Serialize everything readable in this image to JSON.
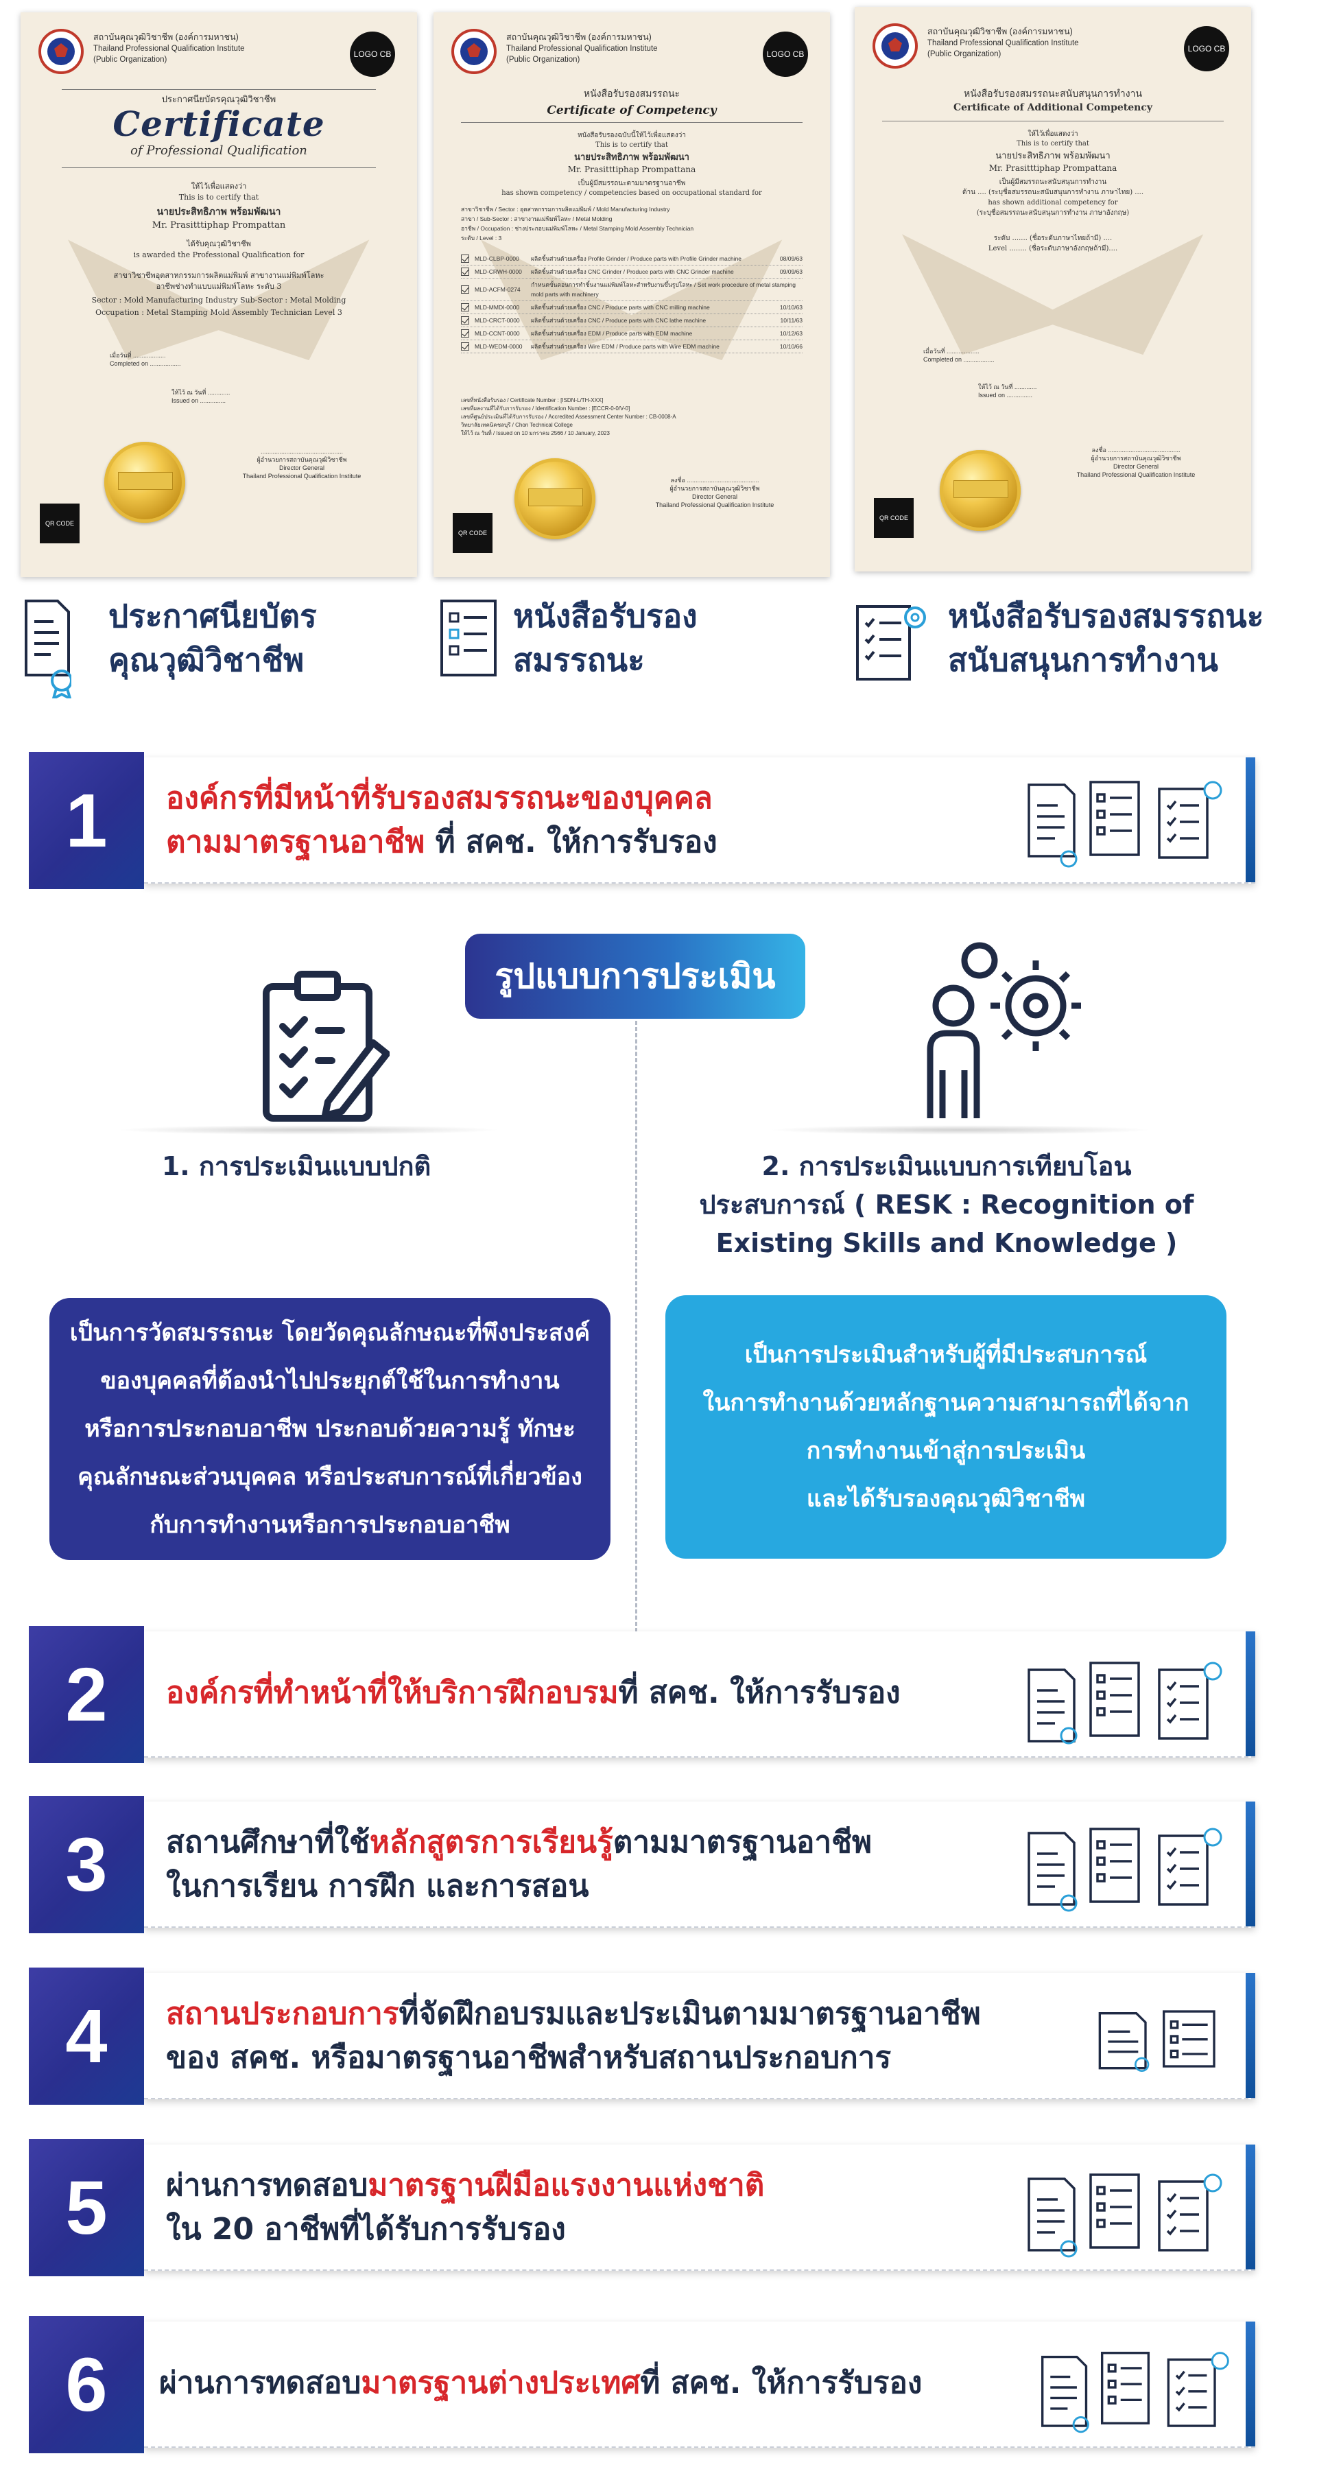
{
  "certificates": [
    {
      "org_th": "สถาบันคุณวุฒิวิชาชีพ (องค์การมหาชน)",
      "org_en": "Thailand Professional Qualification Institute",
      "org_type": "(Public Organization)",
      "logo": "LOGO CB",
      "title_th": "ประกาศนียบัตรคุณวุฒิวิชาชีพ",
      "title_big": "Certificate",
      "title_sub": "of Professional Qualification",
      "certify_th": "ให้ไว้เพื่อแสดงว่า",
      "certify_en": "This is to certify that",
      "name_th": "นายประสิทธิภาพ พร้อมพัฒนา",
      "name_en": "Mr. Prasitttiphap Prompattan",
      "award_th": "ได้รับคุณวุฒิวิชาชีพ",
      "award_en": "is awarded the Professional Qualification for",
      "detail_th": "สาขาวิชาชีพอุตสาหกรรมการผลิตแม่พิมพ์ สาขางานแม่พิมพ์โลหะ",
      "detail_th2": "อาชีพช่างทำแบบแม่พิมพ์โลหะ ระดับ 3",
      "sector": "Sector : Mold Manufacturing Industry   Sub-Sector : Metal Molding",
      "occupation": "Occupation : Metal Stamping Mold Assembly Technician Level 3",
      "date_th": "เมื่อวันที่ ...................",
      "date_en": "Completed on ..................",
      "given_th": "ให้ไว้ ณ วันที่ .............",
      "given_en": "Issued on ...............",
      "qr": "QR CODE",
      "signer": "ผู้อำนวยการสถาบันคุณวุฒิวิชาชีพ",
      "signer_en": "Director General",
      "signer_org": "Thailand Professional Qualification Institute"
    },
    {
      "org_th": "สถาบันคุณวุฒิวิชาชีพ (องค์การมหาชน)",
      "org_en": "Thailand Professional Qualification Institute",
      "org_type": "(Public Organization)",
      "logo": "LOGO CB",
      "title_th": "หนังสือรับรองสมรรถนะ",
      "title_en": "Certificate of Competency",
      "certify_th": "หนังสือรับรองฉบับนี้ให้ไว้เพื่อแสดงว่า",
      "certify_en": "This is to certify that",
      "name_th": "นายประสิทธิภาพ พร้อมพัฒนา",
      "name_en": "Mr. Prasitttiphap Prompattana",
      "shown_th": "เป็นผู้มีสมรรถนะตามมาตรฐานอาชีพ",
      "shown_en": "has shown competency / competencies based on occupational standard for",
      "fields": [
        "สาขาวิชาชีพ / Sector : อุตสาหกรรมการผลิตแม่พิมพ์ / Mold Manufacturing Industry",
        "สาขา / Sub-Sector : สาขางานแม่พิมพ์โลหะ / Metal Molding",
        "อาชีพ / Occupation : ช่างประกอบแม่พิมพ์โลหะ / Metal Stamping Mold Assembly Technician",
        "ระดับ / Level : 3"
      ],
      "units": [
        {
          "code": "MLD-CLBP-0000",
          "text": "ผลิตชิ้นส่วนด้วยเครื่อง Profile Grinder / Produce parts with Profile Grinder machine",
          "date": "08/09/63"
        },
        {
          "code": "MLD-CRWH-0000",
          "text": "ผลิตชิ้นส่วนด้วยเครื่อง CNC Grinder / Produce parts with CNC Grinder machine",
          "date": "09/09/63"
        },
        {
          "code": "MLD-ACFM-0274",
          "text": "กำหนดขั้นตอนการทำชิ้นงานแม่พิมพ์โลหะสำหรับงานขึ้นรูปโลหะ / Set work procedure of metal stamping mold parts with machinery",
          "date": ""
        },
        {
          "code": "MLD-MMDI-0000",
          "text": "ผลิตชิ้นส่วนด้วยเครื่อง CNC / Produce parts with CNC milling machine",
          "date": "10/10/63"
        },
        {
          "code": "MLD-CRCT-0000",
          "text": "ผลิตชิ้นส่วนด้วยเครื่อง CNC / Produce parts with CNC lathe machine",
          "date": "10/11/63"
        },
        {
          "code": "MLD-CCNT-0000",
          "text": "ผลิตชิ้นส่วนด้วยเครื่อง EDM / Produce parts with EDM machine",
          "date": "10/12/63"
        },
        {
          "code": "MLD-WEDM-0000",
          "text": "ผลิตชิ้นส่วนด้วยเครื่อง Wire EDM / Produce parts with Wire EDM machine",
          "date": "10/10/66"
        }
      ],
      "footer": [
        "เลขที่หนังสือรับรอง / Certificate Number : [ISDN-L/TH-XXX]",
        "เลขที่ผลงานที่ได้รับการรับรอง / Identification Number : [ECCR-0-0/V-0]",
        "เลขที่ศูนย์ประเมินที่ได้รับการรับรอง / Accredited Assessment Center Number : CB-0008-A",
        "วิทยาลัยเทคนิคชลบุรี / Chon Technical College",
        "ให้ไว้ ณ วันที่ / Issued on 10 มกราคม 2566 / 10 January, 2023"
      ],
      "qr": "QR CODE",
      "signer_label": "ลงชื่อ",
      "signer": "ผู้อำนวยการสถาบันคุณวุฒิวิชาชีพ",
      "signer_en": "Director General",
      "signer_org": "Thailand Professional Qualification Institute"
    },
    {
      "org_th": "สถาบันคุณวุฒิวิชาชีพ (องค์การมหาชน)",
      "org_en": "Thailand Professional Qualification Institute",
      "org_type": "(Public Organization)",
      "logo": "LOGO CB",
      "title_th": "หนังสือรับรองสมรรถนะสนับสนุนการทำงาน",
      "title_en": "Certificate of Additional Competency",
      "certify_th": "ให้ไว้เพื่อแสดงว่า",
      "certify_en": "This is to certify that",
      "name_th": "นายประสิทธิภาพ พร้อมพัฒนา",
      "name_en": "Mr. Prasitttiphap Prompattana",
      "shown_th": "เป็นผู้มีสมรรถนะสนับสนุนการทำงาน",
      "shown_line": "ด้าน .... (ระบุชื่อสมรรถนะสนับสนุนการทำงาน ภาษาไทย) ....",
      "shown_en": "has shown additional competency for",
      "shown_en2": "(ระบุชื่อสมรรถนะสนับสนุนการทำงาน ภาษาอังกฤษ)",
      "level_th": "ระดับ ....... (ชื่อระดับภาษาไทยถ้ามี) ....",
      "level_en": "Level ........ (ชื่อระดับภาษาอังกฤษถ้ามี)....",
      "date_th": "เมื่อวันที่ ...................",
      "date_en": "Completed on ..................",
      "given_th": "ให้ไว้ ณ วันที่ .............",
      "given_en": "Issued on ...............",
      "qr": "QR CODE",
      "signer_label": "ลงชื่อ",
      "signer": "ผู้อำนวยการสถาบันคุณวุฒิวิชาชีพ",
      "signer_en": "Director General",
      "signer_org": "Thailand Professional Qualification Institute"
    }
  ],
  "captions": [
    {
      "line1": "ประกาศนียบัตร",
      "line2": "คุณวุฒิวิชาชีพ",
      "icon": "certificate-document-icon"
    },
    {
      "line1": "หนังสือรับรอง",
      "line2": "สมรรถนะ",
      "icon": "checklist-document-icon"
    },
    {
      "line1": "หนังสือรับรองสมรรถนะ",
      "line2": "สนับสนุนการทำงาน",
      "icon": "checklist-gear-document-icon"
    }
  ],
  "items": [
    {
      "num": "1",
      "parts": [
        {
          "text": "องค์กรที่มีหน้าที่รับรองสมรรถนะของบุคคล",
          "red": true,
          "br": true
        },
        {
          "text": "ตามมาตรฐานอาชีพ",
          "red": true
        },
        {
          "text": " ที่ สคช. ให้การรับรอง",
          "red": false
        }
      ]
    },
    {
      "num": "2",
      "parts": [
        {
          "text": "องค์กรที่ทำหน้าที่ให้บริการฝึกอบรม",
          "red": true
        },
        {
          "text": "ที่ สคช. ให้การรับรอง",
          "red": false
        }
      ]
    },
    {
      "num": "3",
      "parts": [
        {
          "text": "สถานศึกษาที่ใช้",
          "red": false
        },
        {
          "text": "หลักสูตรการเรียนรู้",
          "red": true
        },
        {
          "text": "ตามมาตรฐานอาชีพ",
          "red": false,
          "br": true
        },
        {
          "text": "ในการเรียน การฝึก และการสอน",
          "red": false
        }
      ]
    },
    {
      "num": "4",
      "parts": [
        {
          "text": "สถานประกอบการ",
          "red": true
        },
        {
          "text": "ที่จัดฝึกอบรมและประเมินตามมาตรฐานอาชีพ",
          "red": false,
          "br": true
        },
        {
          "text": "ของ สคช. หรือมาตรฐานอาชีพสำหรับสถานประกอบการ",
          "red": false
        }
      ]
    },
    {
      "num": "5",
      "parts": [
        {
          "text": "ผ่านการทดสอบ",
          "red": false
        },
        {
          "text": "มาตรฐานฝีมือแรงงานแห่งชาติ",
          "red": true,
          "br": true
        },
        {
          "text": "ใน 20 อาชีพที่ได้รับการรับรอง",
          "red": false
        }
      ]
    },
    {
      "num": "6",
      "parts": [
        {
          "text": "ผ่านการทดสอบ",
          "red": false
        },
        {
          "text": "มาตรฐานต่างประเทศ",
          "red": true
        },
        {
          "text": "ที่ สคช. ให้การรับรอง",
          "red": false
        }
      ]
    }
  ],
  "assessment": {
    "title": "รูปแบบการประเมิน",
    "left_title": "1. การประเมินแบบปกติ",
    "left_lines": [
      "เป็นการวัดสมรรถนะ โดยวัดคุณลักษณะที่พึงประสงค์",
      "ของบุคคลที่ต้องนำไปประยุกต์ใช้ในการทำงาน",
      "หรือการประกอบอาชีพ ประกอบด้วยความรู้ ทักษะ",
      "คุณลักษณะส่วนบุคคล หรือประสบการณ์ที่เกี่ยวข้อง",
      "กับการทำงานหรือการประกอบอาชีพ"
    ],
    "right_title_lines": [
      "2. การประเมินแบบการเทียบโอน",
      "ประสบการณ์ ( RESK : Recognition of",
      "Existing Skills and Knowledge )"
    ],
    "right_lines": [
      "เป็นการประเมินสำหรับผู้ที่มีประสบการณ์",
      "ในการทำงานด้วยหลักฐานความสามารถที่ได้จาก",
      "การทำงานเข้าสู่การประเมิน",
      "และได้รับรองคุณวุฒิวิชาชีพ"
    ],
    "left_color": "#2d3592",
    "right_color": "#27a8e0"
  },
  "colors": {
    "navy": "#2a2f8f",
    "red": "#d7262a",
    "text": "#1e2b45"
  }
}
